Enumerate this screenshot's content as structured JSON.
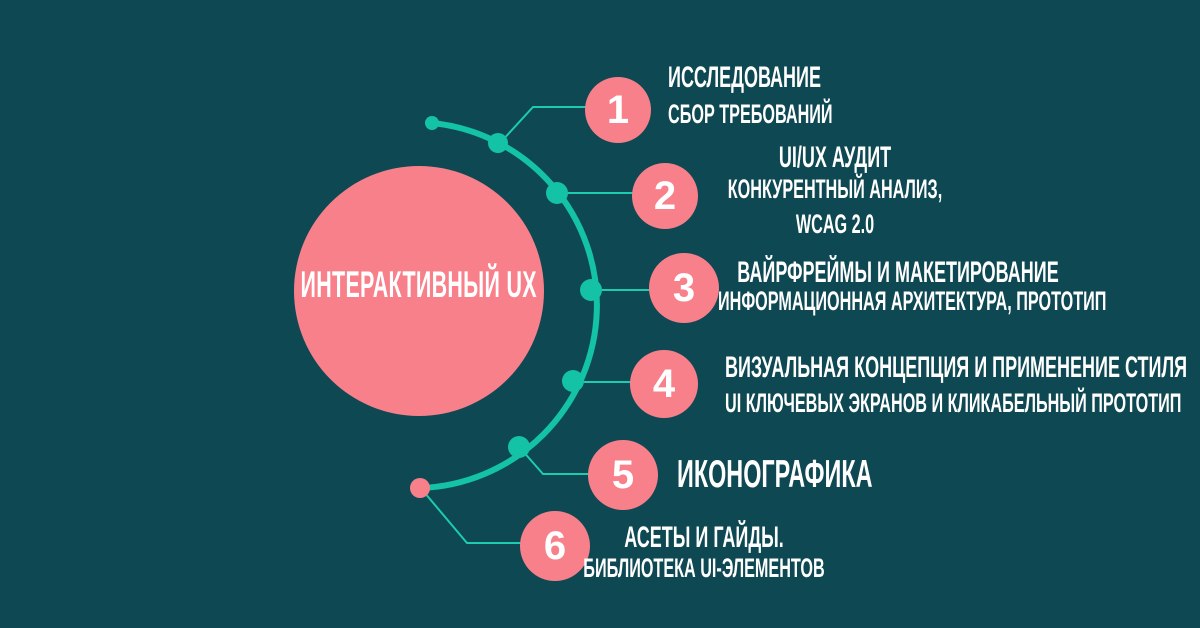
{
  "colors": {
    "background": "#0e4852",
    "accent_pink": "#f8808a",
    "accent_teal": "#14c2a6",
    "connector_teal": "#1ccbb0",
    "text": "#ffffff"
  },
  "center": {
    "label": "ИНТЕРАКТИВНЫЙ UX"
  },
  "steps": [
    {
      "number": "1",
      "title": "ИССЛЕДОВАНИЕ",
      "lines": [
        "СБОР ТРЕБОВАНИЙ"
      ]
    },
    {
      "number": "2",
      "title": "UI/UX АУДИТ",
      "lines": [
        "КОНКУРЕНТНЫЙ АНАЛИЗ,",
        "WCAG 2.0"
      ]
    },
    {
      "number": "3",
      "title": "ВАЙРФРЕЙМЫ И МАКЕТИРОВАНИЕ",
      "lines": [
        "ИНФОРМАЦИОННАЯ АРХИТЕКТУРА, ПРОТОТИП"
      ]
    },
    {
      "number": "4",
      "title": "ВИЗУАЛЬНАЯ КОНЦЕПЦИЯ И ПРИМЕНЕНИЕ СТИЛЯ",
      "lines": [
        "UI КЛЮЧЕВЫХ ЭКРАНОВ И КЛИКАБЕЛЬНЫЙ ПРОТОТИП"
      ]
    },
    {
      "number": "5",
      "title": "ИКОНОГРАФИКА",
      "lines": []
    },
    {
      "number": "6",
      "title": "АСЕТЫ И ГАЙДЫ.",
      "lines": [
        "БИБЛИОТЕКА UI-ЭЛЕМЕНТОВ"
      ]
    }
  ]
}
